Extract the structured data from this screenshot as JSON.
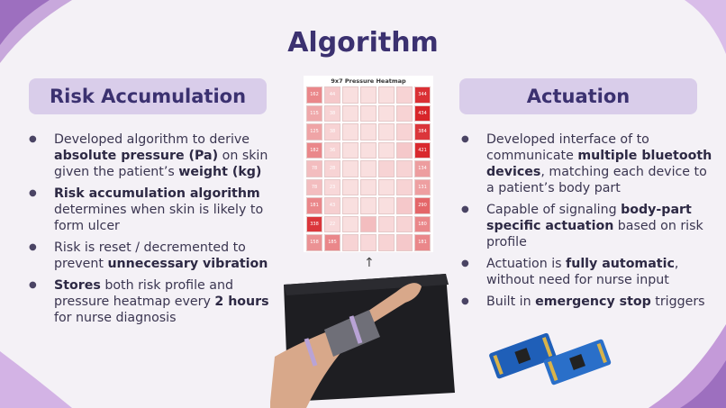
{
  "title": "Algorithm",
  "left": {
    "header": "Risk Accumulation",
    "bullets": [
      {
        "parts": [
          {
            "text": "Developed algorithm to derive "
          },
          {
            "text": "absolute pressure (Pa)",
            "bold": true
          },
          {
            "text": " on skin given the patient’s "
          },
          {
            "text": "weight (kg)",
            "bold": true
          }
        ]
      },
      {
        "parts": [
          {
            "text": "Risk accumulation algorithm",
            "bold": true
          },
          {
            "text": " determines when skin is likely to form ulcer"
          }
        ]
      },
      {
        "parts": [
          {
            "text": "Risk is reset / decremented to prevent "
          },
          {
            "text": "unnecessary vibration",
            "bold": true
          }
        ]
      },
      {
        "parts": [
          {
            "text": "Stores",
            "bold": true
          },
          {
            "text": " both risk profile and pressure heatmap every "
          },
          {
            "text": "2 hours",
            "bold": true
          },
          {
            "text": " for nurse diagnosis"
          }
        ]
      }
    ]
  },
  "right": {
    "header": "Actuation",
    "bullets": [
      {
        "parts": [
          {
            "text": "Developed interface of to communicate "
          },
          {
            "text": "multiple bluetooth devices",
            "bold": true
          },
          {
            "text": ", matching each device to a patient’s body part"
          }
        ]
      },
      {
        "parts": [
          {
            "text": "Capable of signaling "
          },
          {
            "text": "body-part specific actuation",
            "bold": true
          },
          {
            "text": " based on risk profile"
          }
        ]
      },
      {
        "parts": [
          {
            "text": "Actuation is "
          },
          {
            "text": "fully automatic",
            "bold": true
          },
          {
            "text": ", without need for nurse input"
          }
        ]
      },
      {
        "parts": [
          {
            "text": "Built in "
          },
          {
            "text": "emergency stop",
            "bold": true
          },
          {
            "text": " triggers"
          }
        ]
      }
    ]
  },
  "heatmap": {
    "title": "9x7 Pressure Heatmap",
    "rows": [
      [
        "162",
        "44",
        "",
        "",
        "",
        "",
        "344"
      ],
      [
        "115",
        "38",
        "",
        "",
        "",
        "",
        "434"
      ],
      [
        "125",
        "38",
        "",
        "",
        "",
        "",
        "384"
      ],
      [
        "182",
        "36",
        "",
        "",
        "",
        "",
        "421"
      ],
      [
        "78",
        "28",
        "",
        "",
        "",
        "",
        "134"
      ],
      [
        "78",
        "23",
        "",
        "",
        "",
        "",
        "131"
      ],
      [
        "181",
        "43",
        "",
        "",
        "",
        "",
        "290"
      ],
      [
        "338",
        "22",
        "",
        "",
        "",
        "",
        "180"
      ],
      [
        "158",
        "185",
        "",
        "",
        "",
        "",
        "181"
      ]
    ],
    "intensity": [
      [
        0.55,
        0.25,
        0.15,
        0.15,
        0.15,
        0.2,
        0.95
      ],
      [
        0.4,
        0.2,
        0.15,
        0.15,
        0.15,
        0.2,
        1.0
      ],
      [
        0.42,
        0.2,
        0.15,
        0.15,
        0.15,
        0.2,
        0.92
      ],
      [
        0.55,
        0.2,
        0.15,
        0.15,
        0.15,
        0.25,
        0.98
      ],
      [
        0.3,
        0.2,
        0.15,
        0.15,
        0.2,
        0.2,
        0.45
      ],
      [
        0.3,
        0.18,
        0.15,
        0.15,
        0.15,
        0.2,
        0.44
      ],
      [
        0.55,
        0.22,
        0.15,
        0.15,
        0.15,
        0.25,
        0.7
      ],
      [
        0.92,
        0.18,
        0.15,
        0.3,
        0.18,
        0.2,
        0.55
      ],
      [
        0.5,
        0.55,
        0.2,
        0.18,
        0.2,
        0.25,
        0.55
      ]
    ],
    "base_color": "#d8252a"
  },
  "colors": {
    "title": "#3b3170",
    "header_bg": "#d9cdea",
    "accent": "#a679c8"
  }
}
